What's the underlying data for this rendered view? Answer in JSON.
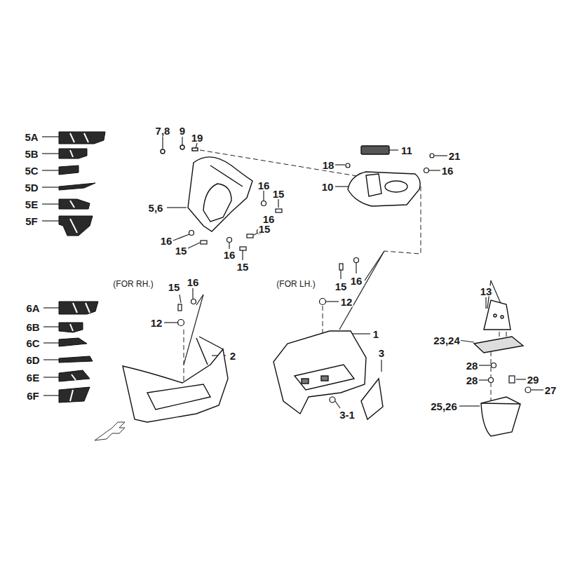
{
  "diagram": {
    "labels": [
      "5A",
      "5B",
      "5C",
      "5D",
      "5E",
      "5F",
      "7,8",
      "9",
      "19",
      "5,6",
      "16",
      "15",
      "16",
      "15",
      "16",
      "15",
      "16",
      "15",
      "11",
      "18",
      "21",
      "16",
      "10",
      "(FOR RH.)",
      "15",
      "16",
      "12",
      "2",
      "6A",
      "6B",
      "6C",
      "6D",
      "6E",
      "6F",
      "(FOR LH.)",
      "15",
      "16",
      "12",
      "1",
      "3",
      "3-1",
      "13",
      "23,24",
      "28",
      "28",
      "29",
      "27",
      "25,26"
    ]
  }
}
